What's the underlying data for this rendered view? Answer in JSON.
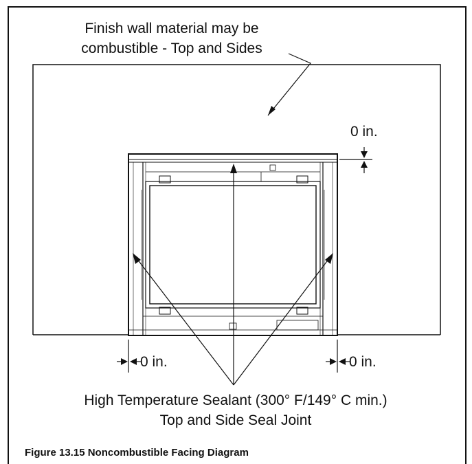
{
  "callouts": {
    "finish_line1": "Finish wall material may be",
    "finish_line2": "combustible - Top and Sides",
    "top_clearance": "0 in.",
    "left_clearance": "0 in.",
    "right_clearance": "0 in.",
    "sealant_line1": "High Temperature Sealant (300° F/149° C min.)",
    "sealant_line2": "Top and Side Seal Joint"
  },
  "caption": "Figure 13.15  Noncombustible Facing Diagram"
}
